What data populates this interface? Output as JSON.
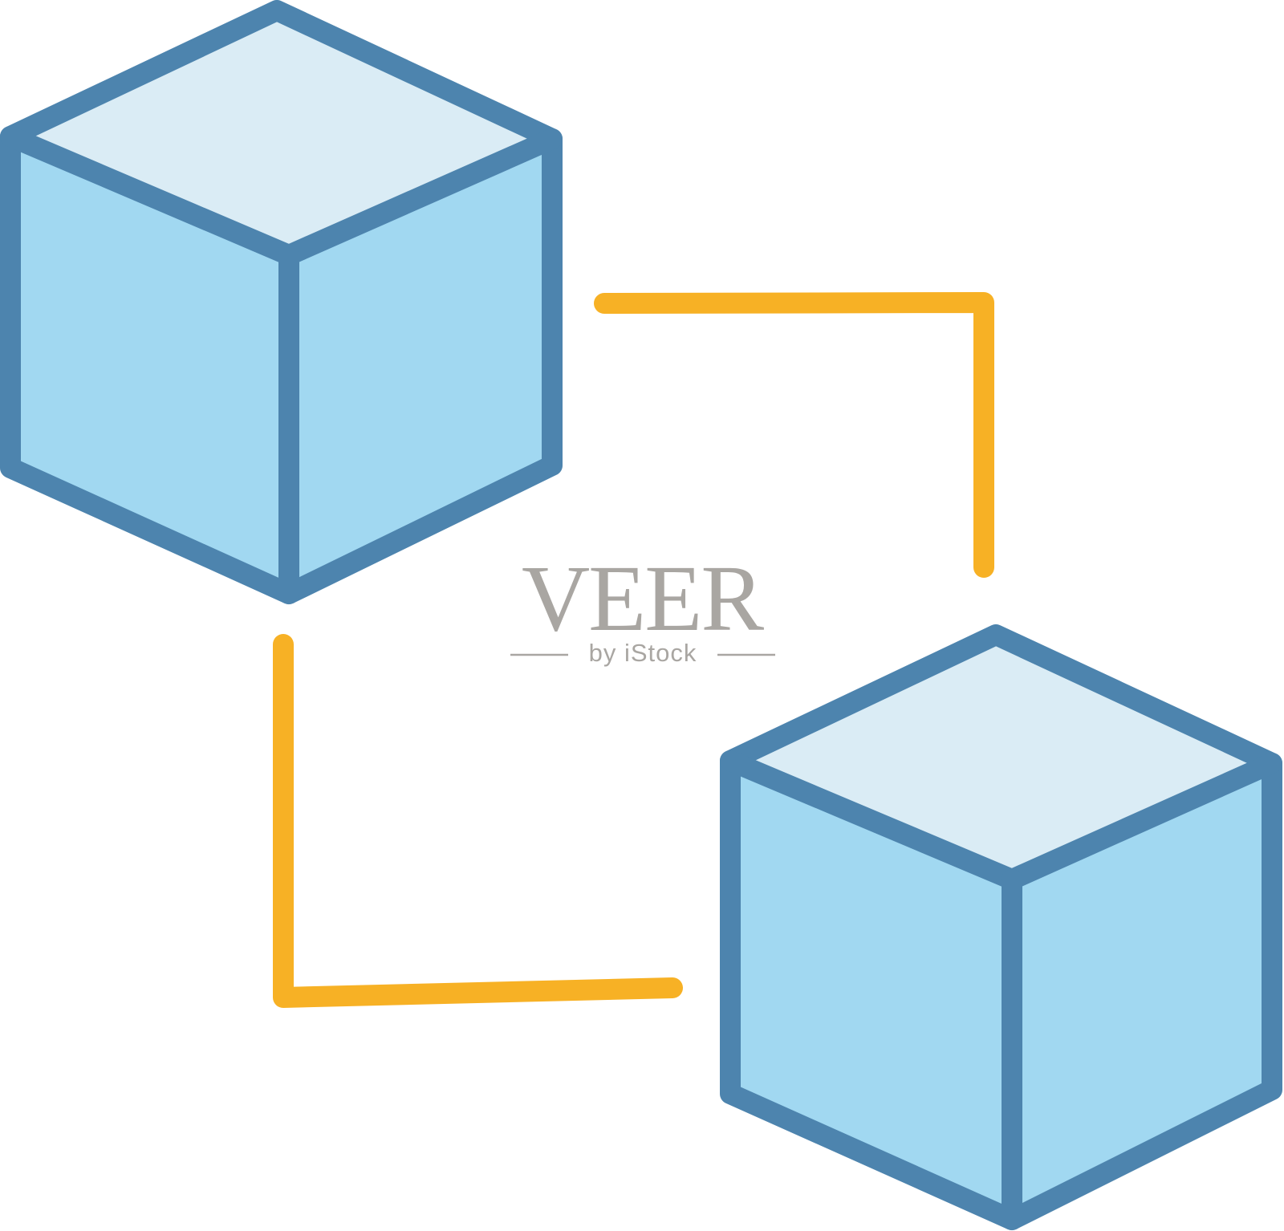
{
  "diagram": {
    "blocks": [
      {
        "name": "cube-top-left"
      },
      {
        "name": "cube-bottom-right"
      }
    ],
    "connectors": [
      {
        "name": "connector-top-right"
      },
      {
        "name": "connector-bottom-left"
      }
    ]
  },
  "watermark": {
    "brand": "VEER",
    "tagline": "by iStock"
  },
  "colors": {
    "outline": "#4d84ae",
    "face_top": "#daecf5",
    "face_side": "#a1d8f1",
    "connector": "#f7b125",
    "watermark_text": "#a9a6a2",
    "background": "#ffffff"
  }
}
